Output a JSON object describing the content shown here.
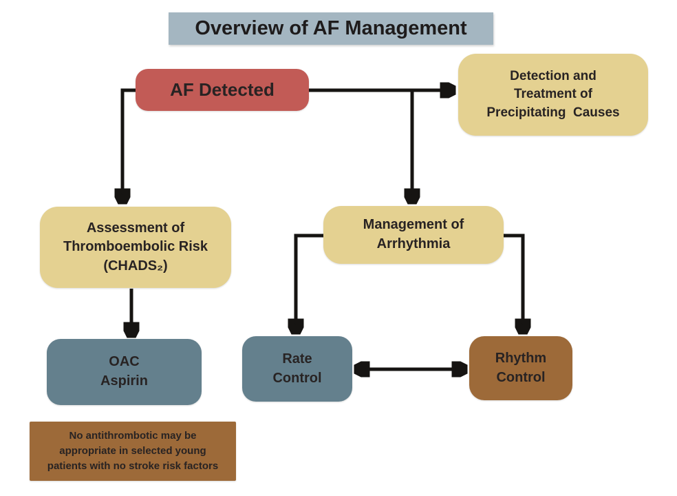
{
  "title": "Overview of AF Management",
  "colors": {
    "title_bg": "#a4b6c1",
    "red": "#c25b56",
    "tan": "#e4d191",
    "blue_gray": "#64808d",
    "brown": "#9d6a39",
    "arrow": "#161412",
    "text": "#282323"
  },
  "nodes": {
    "af_detected": {
      "label": "AF Detected"
    },
    "detection": {
      "label": "Detection and\nTreatment of\nPrecipitating  Causes"
    },
    "assessment": {
      "label": "Assessment of\nThromboembolic Risk\n(CHADS₂)"
    },
    "management": {
      "label": "Management of\nArrhythmia"
    },
    "oac": {
      "label": "OAC\nAspirin"
    },
    "rate": {
      "label": "Rate\nControl"
    },
    "rhythm": {
      "label": "Rhythm\nControl"
    },
    "note": {
      "label": "No antithrombotic may be\nappropriate in selected young\npatients with no stroke risk factors"
    }
  }
}
